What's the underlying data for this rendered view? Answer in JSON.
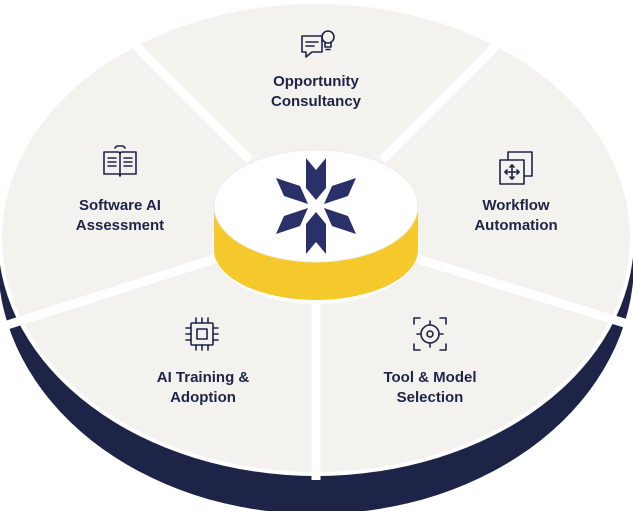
{
  "segments": [
    {
      "id": "opportunity",
      "icon": "lightbulb-chat-icon",
      "lines": [
        "Opportunity",
        "Consultancy"
      ]
    },
    {
      "id": "workflow",
      "icon": "workflow-move-icon",
      "lines": [
        "Workflow",
        "Automation"
      ]
    },
    {
      "id": "tool",
      "icon": "target-crosshair-icon",
      "lines": [
        "Tool & Model",
        "Selection"
      ]
    },
    {
      "id": "training",
      "icon": "cpu-chip-icon",
      "lines": [
        "AI Training &",
        "Adoption"
      ]
    },
    {
      "id": "assessment",
      "icon": "book-gear-icon",
      "lines": [
        "Software AI",
        "Assessment"
      ]
    }
  ],
  "center": {
    "logo": "brand-logo-icon"
  },
  "colors": {
    "rim_dark": "#1e2447",
    "segment_fill": "#f3f2ef",
    "divider": "#ffffff",
    "hub_top": "#ffffff",
    "hub_side": "#f5c82b",
    "logo": "#2a3168",
    "text": "#1e2447"
  }
}
